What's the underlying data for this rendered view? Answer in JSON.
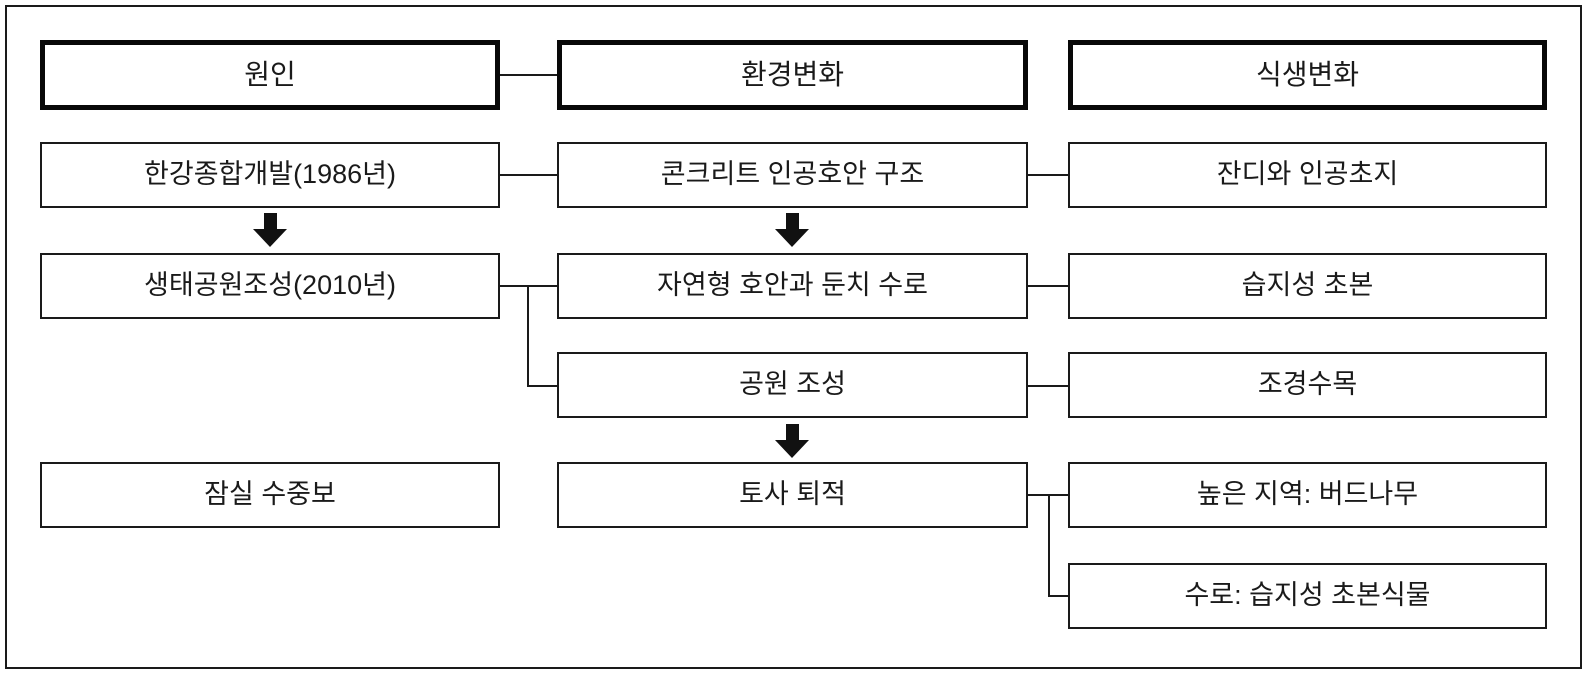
{
  "diagram": {
    "title_row": {
      "cause": "원인",
      "environment_change": "환경변화",
      "vegetation_change": "식생변화"
    },
    "columns": [
      {
        "id": "cause",
        "header": "원인",
        "nodes": [
          "한강종합개발(1986년)",
          "생태공원조성(2010년)",
          "잠실 수중보"
        ]
      },
      {
        "id": "environment-change",
        "header": "환경변화",
        "nodes": [
          "콘크리트 인공호안 구조",
          "자연형 호안과 둔치 수로",
          "공원 조성",
          "토사 퇴적"
        ]
      },
      {
        "id": "vegetation-change",
        "header": "식생변화",
        "nodes": [
          "잔디와 인공초지",
          "습지성 초본",
          "조경수목",
          "높은 지역: 버드나무",
          "수로: 습지성 초본식물"
        ]
      }
    ],
    "nodes": {
      "header_cause": "원인",
      "header_env": "환경변화",
      "header_veg": "식생변화",
      "han_river_dev": "한강종합개발(1986년)",
      "eco_park": "생태공원조성(2010년)",
      "jamsil_weir": "잠실 수중보",
      "concrete_bank": "콘크리트 인공호안 구조",
      "natural_bank": "자연형 호안과 둔치 수로",
      "park_creation": "공원 조성",
      "sediment": "토사 퇴적",
      "lawn_grass": "잔디와 인공초지",
      "wetland_herb": "습지성 초본",
      "landscape_trees": "조경수목",
      "high_area_willow": "높은 지역: 버드나무",
      "channel_wetland_herb": "수로: 습지성 초본식물"
    },
    "icons": {
      "arrow_down": "arrow-down-icon"
    },
    "colors": {
      "border": "#1a1a1a",
      "header_border": "#080808",
      "text": "#1a1a1a",
      "background": "#ffffff"
    }
  }
}
